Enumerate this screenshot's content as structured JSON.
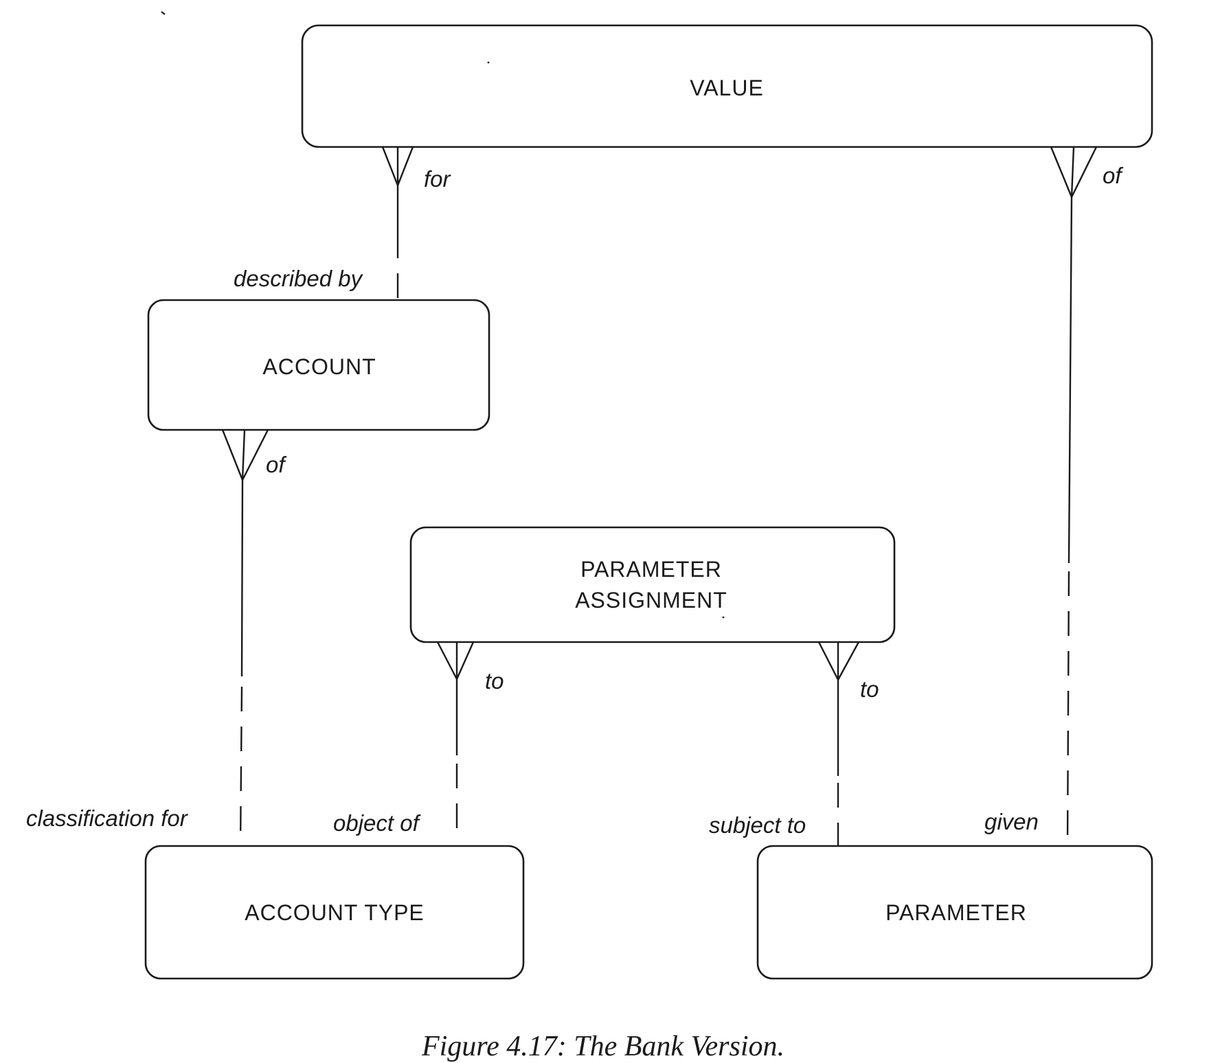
{
  "entities": {
    "value": "VALUE",
    "account": "ACCOUNT",
    "parameter_assignment_line1": "PARAMETER",
    "parameter_assignment_line2": "ASSIGNMENT",
    "account_type": "ACCOUNT TYPE",
    "parameter": "PARAMETER"
  },
  "relationships": {
    "value_account_for": "for",
    "value_account_described_by": "described by",
    "value_parameter_of": "of",
    "value_parameter_given": "given",
    "account_type_of": "of",
    "account_type_classification_for": "classification for",
    "assignment_type_to": "to",
    "assignment_type_object_of": "object of",
    "assignment_parameter_to": "to",
    "assignment_parameter_subject_to": "subject to"
  },
  "caption": "Figure 4.17: The Bank Version."
}
